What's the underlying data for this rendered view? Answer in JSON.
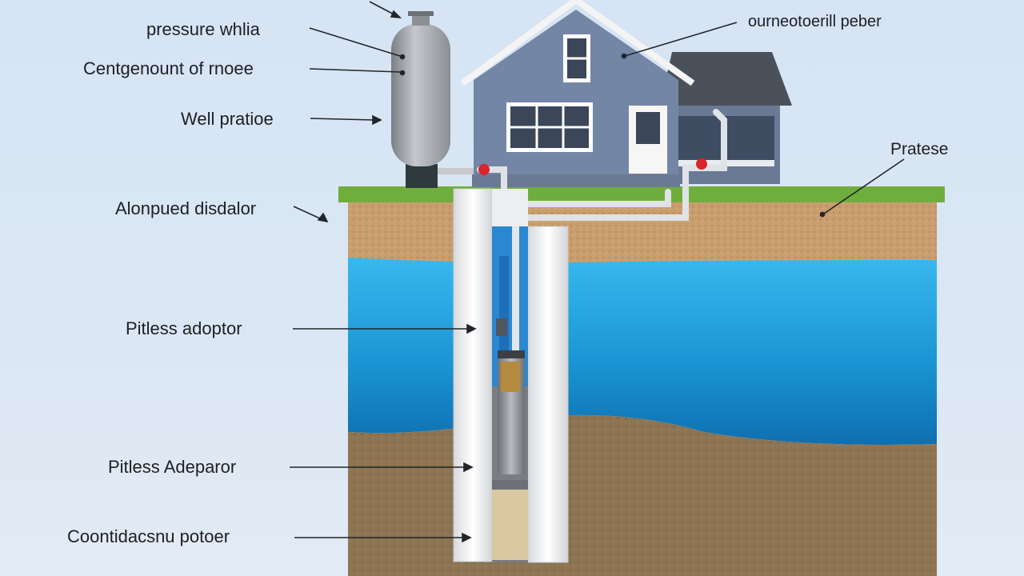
{
  "labels": {
    "pressure_tank": "pressure whlia",
    "centgenount": "Centgenount of rnoee",
    "well_pressure": "Well pratioe",
    "alonpued": "Alonpued disdalor",
    "pitless_adaptor": "Pitless adoptor",
    "pitless_adapter": "Pitless Adeparor",
    "coontidacsn": "Coontidacsnu potoer",
    "house_label": "ourneotoerill peber",
    "pratese": "Pratese"
  },
  "colors": {
    "sky": "#d8e5f4",
    "grass": "#6aaa3a",
    "topsoil": "#c49a6c",
    "water": "#1f9fd8",
    "deep_soil": "#8a7352",
    "house_siding": "#7486a6",
    "roof": "#4a505a",
    "tank": "#a9acb0",
    "casing": "#f2f2f2"
  }
}
